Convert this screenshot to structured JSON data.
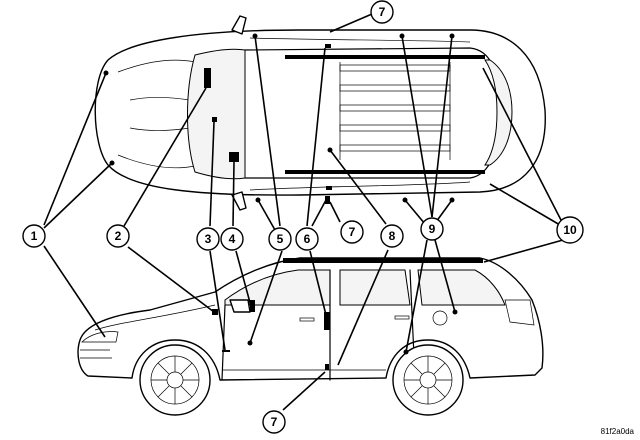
{
  "callouts": [
    {
      "label": "1"
    },
    {
      "label": "2"
    },
    {
      "label": "3"
    },
    {
      "label": "4"
    },
    {
      "label": "5"
    },
    {
      "label": "6"
    },
    {
      "label": "7"
    },
    {
      "label": "7"
    },
    {
      "label": "7"
    },
    {
      "label": "8"
    },
    {
      "label": "9"
    },
    {
      "label": "10"
    }
  ],
  "reference_code": "81f2a0da",
  "colors": {
    "line": "#000000",
    "background": "#ffffff"
  }
}
